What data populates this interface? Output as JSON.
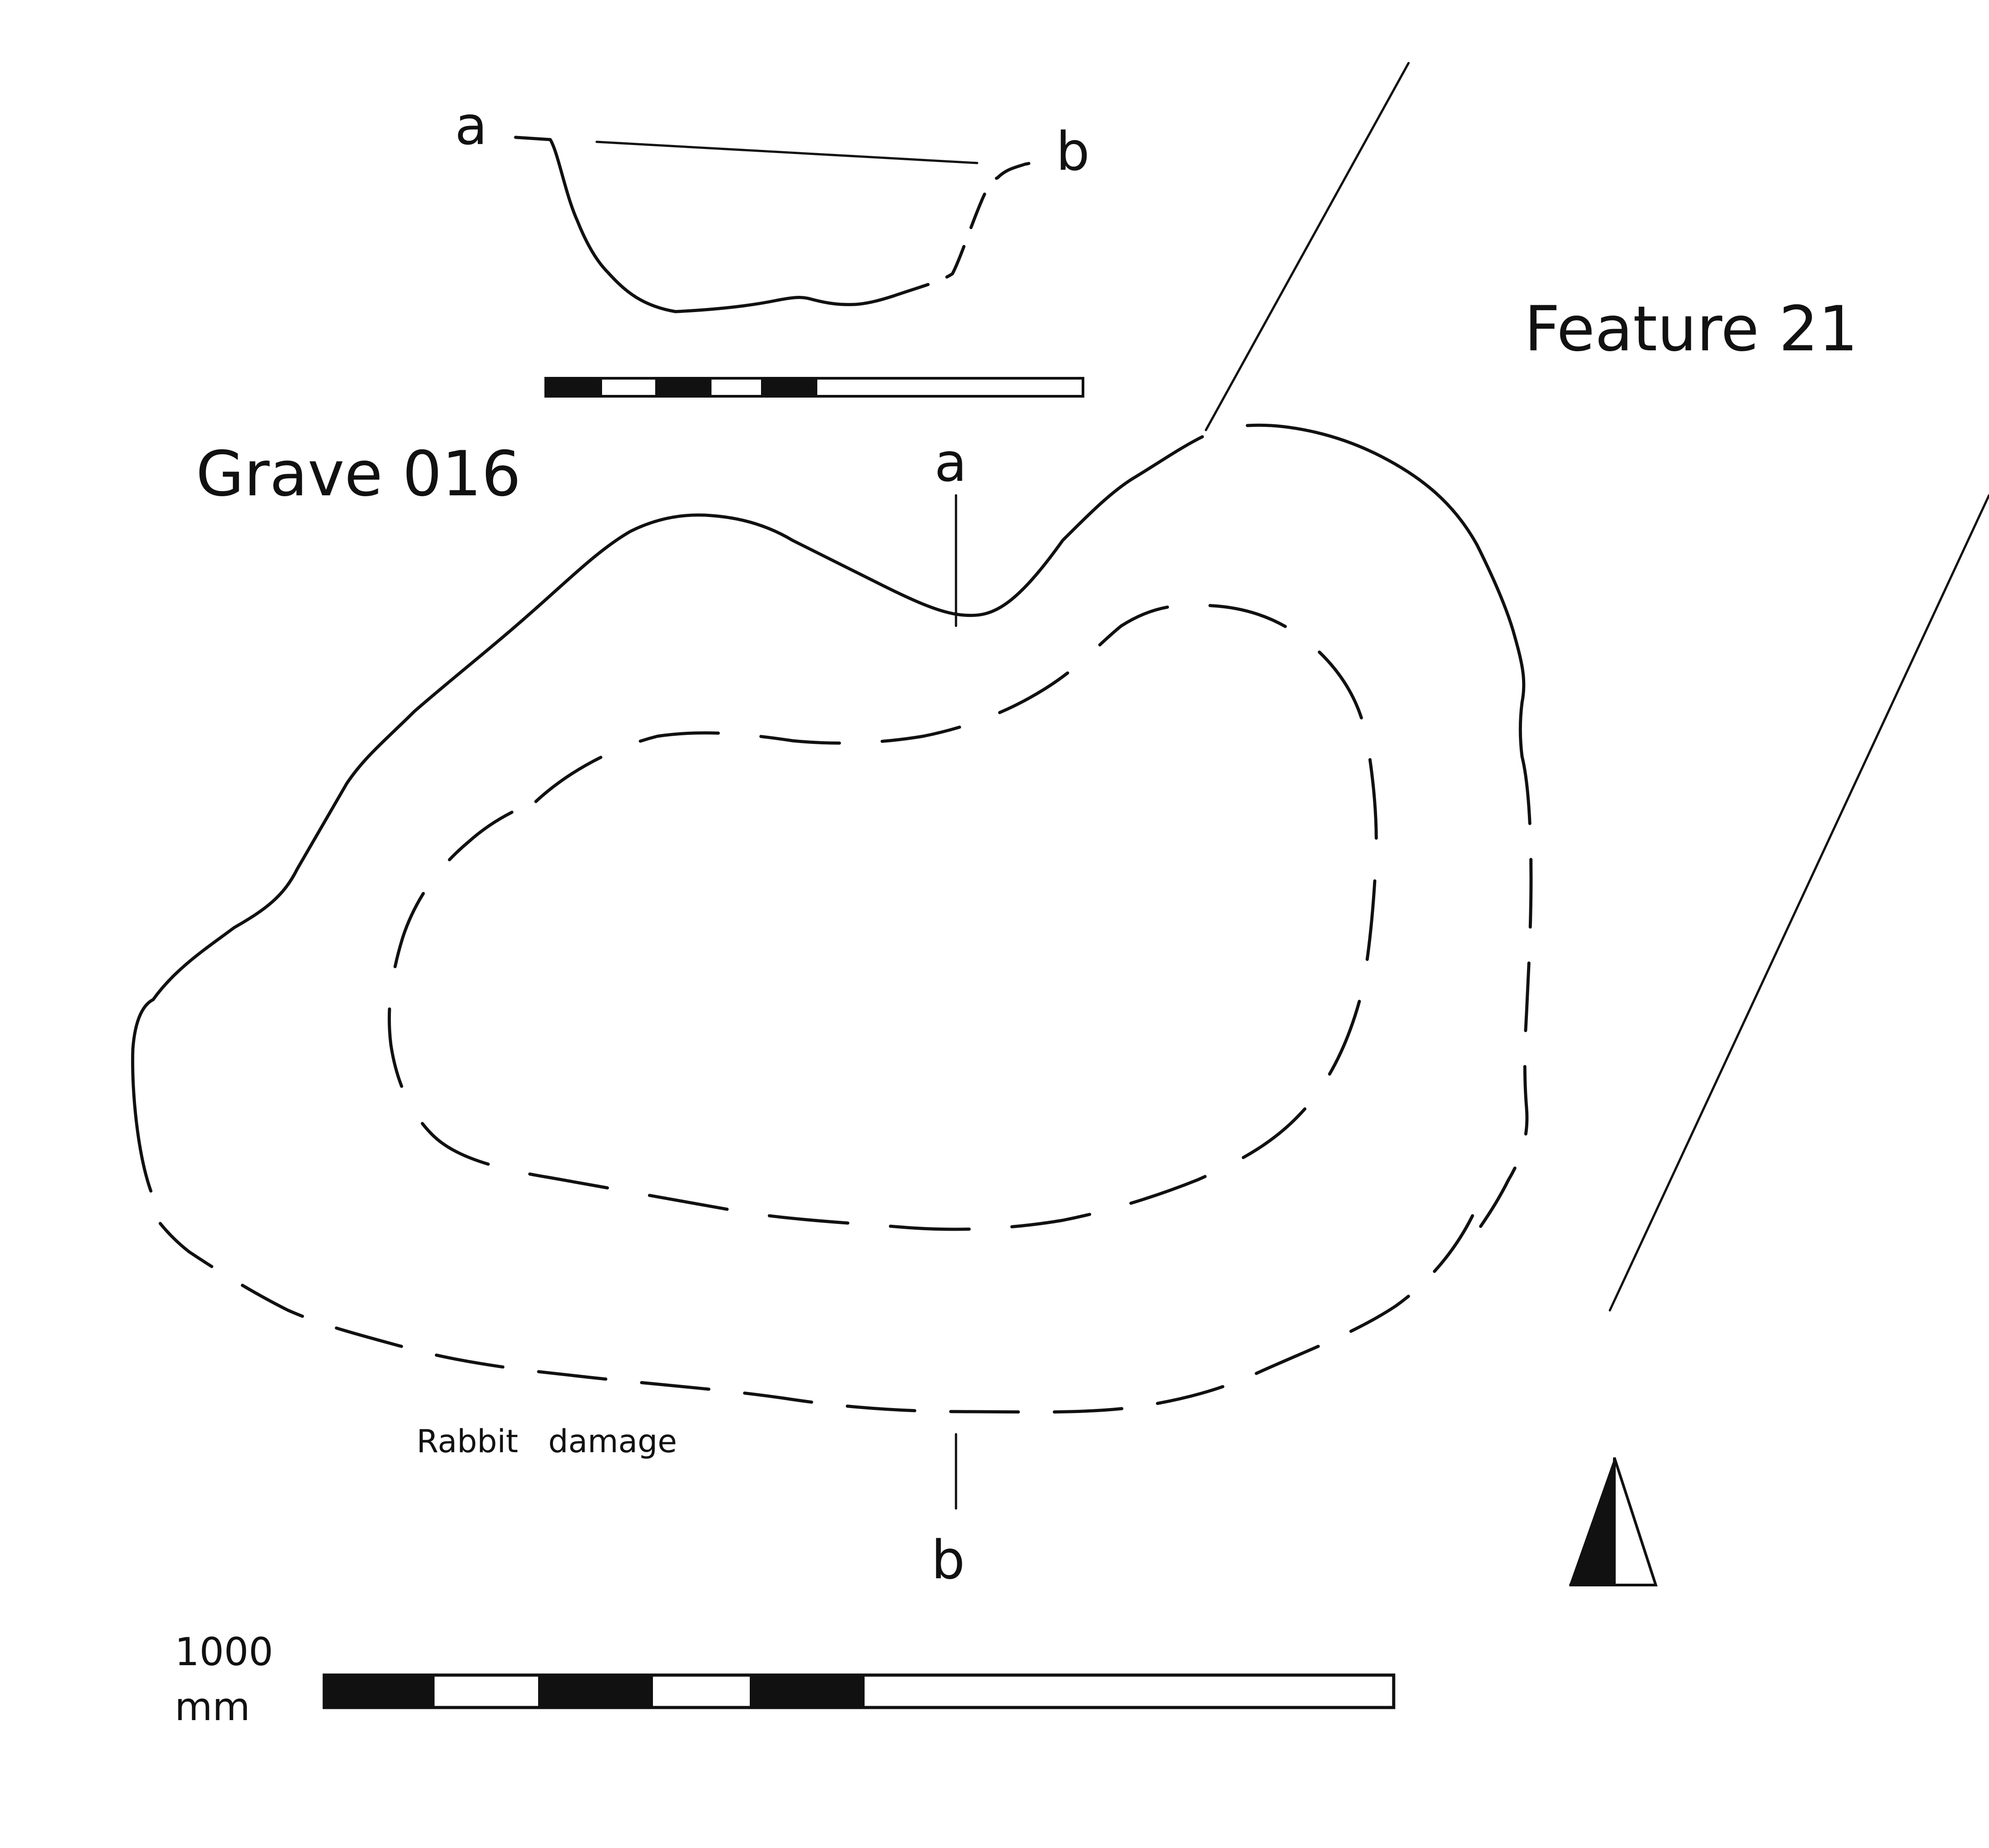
{
  "title": "Grave 016",
  "feature_label": "Feature 21",
  "section": {
    "label_a": "a",
    "label_b": "b"
  },
  "plan": {
    "label_a": "a",
    "label_b": "b",
    "note": "Rabbit   damage"
  },
  "scale": {
    "value": "1000",
    "unit": "mm"
  },
  "north_arrow": "north-arrow-icon"
}
